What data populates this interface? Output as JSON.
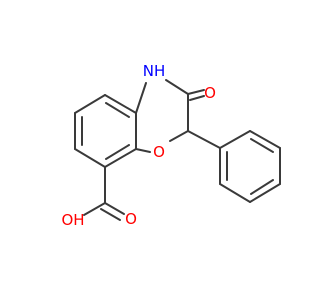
{
  "colors": {
    "bond": "#3a3a3a",
    "oxygen": "#ff0000",
    "nitrogen": "#0000ff"
  },
  "atoms": {
    "nh": "NH",
    "carbonyl_o": "O",
    "ring_o": "O",
    "acid_o": "O",
    "acid_oh": "OH"
  }
}
